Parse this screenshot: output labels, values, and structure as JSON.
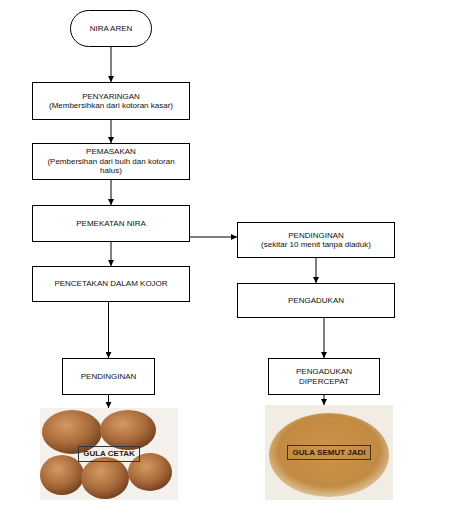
{
  "diagram": {
    "nodes": [
      {
        "text": [
          "NIRA AREN"
        ]
      },
      {
        "text": [
          "PENYARINGAN",
          "(Membersihkan dari kotoran kasar)"
        ]
      },
      {
        "text": [
          "PEMASAKAN",
          "(Pembersihan dari buih dan kotoran halus)"
        ]
      },
      {
        "text": [
          "PEMEKATAN NIRA"
        ]
      },
      {
        "text": [
          "PENDINGINAN",
          "(sekitar 10 menit tanpa diaduk)"
        ]
      },
      {
        "text": [
          "PENCETAKAN DALAM KOJOR"
        ]
      },
      {
        "text": [
          "PENGADUKAN"
        ]
      },
      {
        "text": [
          "PENDINGINAN"
        ]
      },
      {
        "text": [
          "PENGADUKAN DIPERCEPAT"
        ]
      },
      {
        "text": [
          "GULA CETAK"
        ]
      },
      {
        "text": [
          "GULA SEMUT JADI"
        ]
      }
    ],
    "edges": [
      {
        "from": 0,
        "to": 1,
        "arrow": "to"
      },
      {
        "from": 1,
        "to": 2,
        "arrow": "to"
      },
      {
        "from": 2,
        "to": 3,
        "arrow": "to"
      },
      {
        "from": 3,
        "to": 4,
        "arrow": "to"
      },
      {
        "from": 3,
        "to": 5,
        "arrow": "to"
      },
      {
        "from": 4,
        "to": 6,
        "arrow": "to"
      },
      {
        "from": 5,
        "to": 7,
        "arrow": "to"
      },
      {
        "from": 6,
        "to": 8,
        "arrow": "to"
      },
      {
        "from": 7,
        "to": 9,
        "arrow": "to"
      },
      {
        "from": 8,
        "to": 10,
        "arrow": "to"
      }
    ]
  }
}
